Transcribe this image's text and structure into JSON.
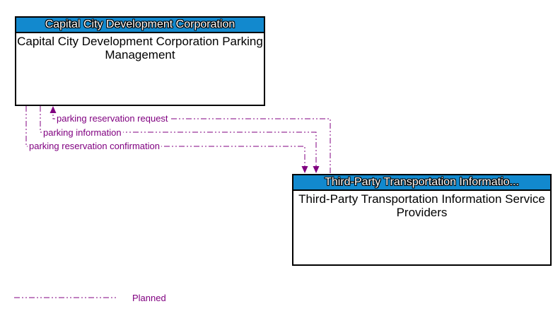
{
  "diagram": {
    "boxes": [
      {
        "id": "capital-city",
        "title": "Capital City Development Corporation",
        "body": "Capital City Development Corporation Parking Management"
      },
      {
        "id": "third-party",
        "title": "Third-Party Transportation Informatio...",
        "body": "Third-Party Transportation Information Service Providers"
      }
    ],
    "flows": [
      {
        "label": "parking reservation request",
        "from": "third-party",
        "to": "capital-city",
        "status": "planned"
      },
      {
        "label": "parking information",
        "from": "capital-city",
        "to": "third-party",
        "status": "planned"
      },
      {
        "label": "parking reservation confirmation",
        "from": "capital-city",
        "to": "third-party",
        "status": "planned"
      }
    ],
    "legend": {
      "label": "Planned",
      "line_style": "dash-dot-dot"
    },
    "colors": {
      "title_bar_blue": "#1289ce",
      "flow_purple": "#800080",
      "border_black": "#000000"
    }
  }
}
